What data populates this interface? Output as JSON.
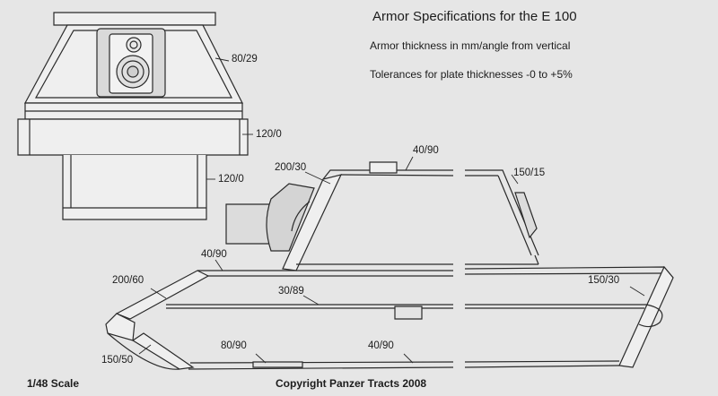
{
  "header": {
    "title": "Armor Specifications for the E 100",
    "subtitle": "Armor thickness in mm/angle from vertical",
    "tolerance": "Tolerances for plate thicknesses -0 to +5%"
  },
  "footer": {
    "scale": "1/48 Scale",
    "copyright": "Copyright Panzer Tracts 2008"
  },
  "labels": {
    "turret_top_side": "80/29",
    "turret_upper_ring": "120/0",
    "turret_lower_ring": "120/0",
    "turret_roof": "40/90",
    "turret_front": "200/30",
    "turret_rear": "150/15",
    "hull_roof_front": "40/90",
    "hull_upper_front": "200/60",
    "hull_side": "30/89",
    "hull_rear": "150/30",
    "hull_lower_front": "150/50",
    "hull_floor_front": "80/90",
    "hull_floor_rear": "40/90"
  },
  "colors": {
    "background": "#e6e6e6",
    "line": "#2a2a2a",
    "plate_fill": "#efefef"
  }
}
